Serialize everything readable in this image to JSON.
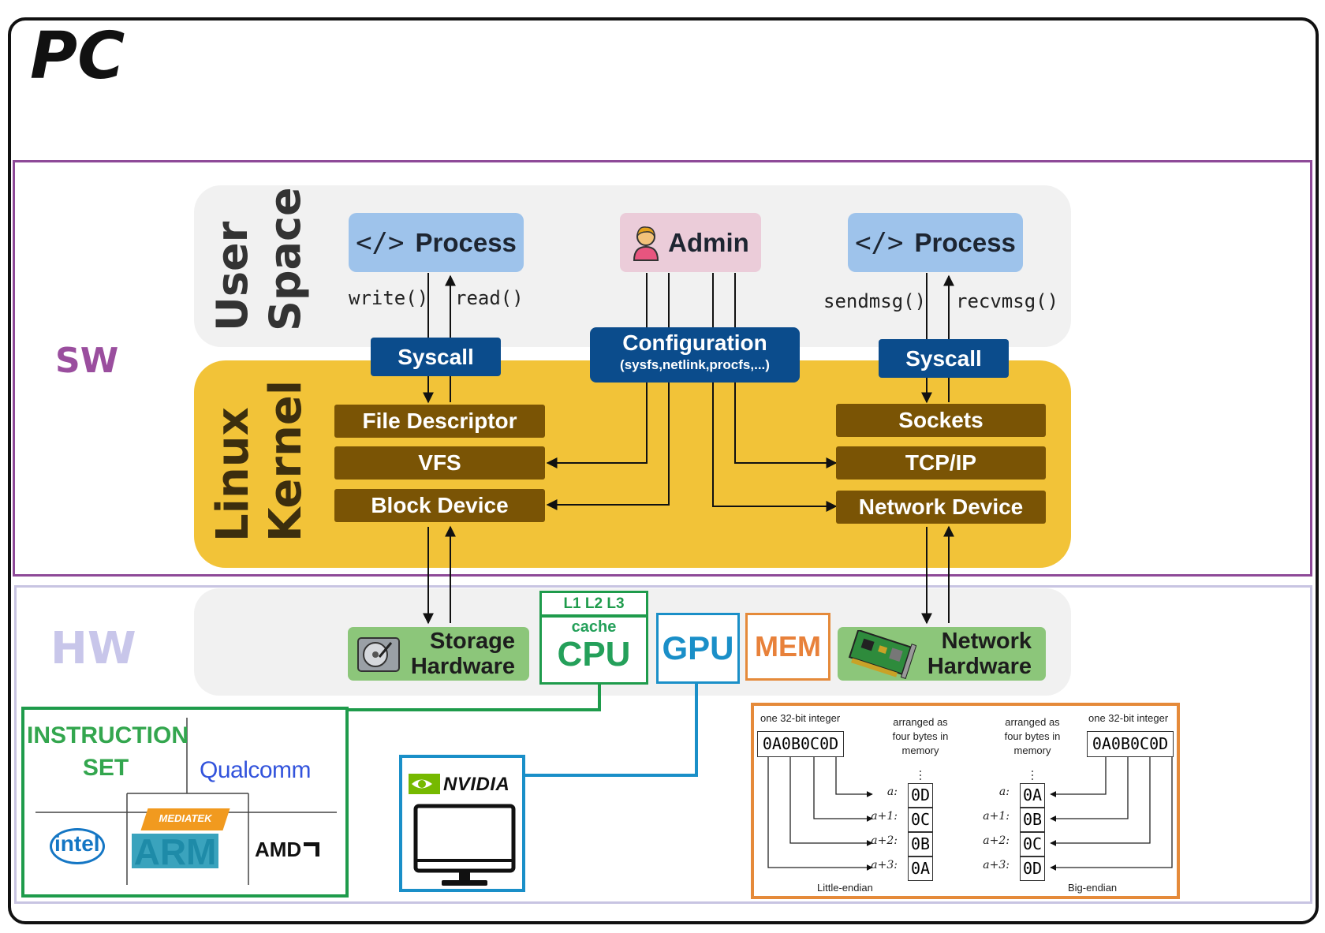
{
  "title": "PC",
  "sections": {
    "sw": "SW",
    "hw": "HW"
  },
  "user_space": {
    "label_line1": "User",
    "label_line2": "Space",
    "process_left": "Process",
    "process_right": "Process",
    "code_icon_text": "</>",
    "admin": "Admin",
    "calls": {
      "write": "write()",
      "read": "read()",
      "sendmsg": "sendmsg()",
      "recvmsg": "recvmsg()"
    }
  },
  "kernel": {
    "label_line1": "Linux",
    "label_line2": "Kernel",
    "syscall_left": "Syscall",
    "syscall_right": "Syscall",
    "configuration": "Configuration",
    "configuration_sub": "(sysfs,netlink,procfs,...)",
    "left_stack": [
      "File Descriptor",
      "VFS",
      "Block Device"
    ],
    "right_stack": [
      "Sockets",
      "TCP/IP",
      "Network Device"
    ]
  },
  "hardware": {
    "storage_line1": "Storage",
    "storage_line2": "Hardware",
    "cache_levels": "L1 L2 L3",
    "cache": "cache",
    "cpu": "CPU",
    "gpu": "GPU",
    "mem": "MEM",
    "network_line1": "Network",
    "network_line2": "Hardware"
  },
  "instruction_set": {
    "title_line1": "INSTRUCTION",
    "title_line2": "SET",
    "vendors": {
      "qualcomm": "Qualcomm",
      "mediatek": "MEDIATEK",
      "arm": "ARM",
      "intel": "intel",
      "amd": "AMD"
    }
  },
  "gpu_vendor": {
    "nvidia": "NVIDIA"
  },
  "endianness": {
    "int_label": "one 32-bit integer",
    "int_value": "0A0B0C0D",
    "arranged_as": "arranged as",
    "four_bytes": "four bytes in",
    "memory": "memory",
    "addresses": [
      "a:",
      "a+1:",
      "a+2:",
      "a+3:"
    ],
    "little_bytes": [
      "0D",
      "0C",
      "0B",
      "0A"
    ],
    "big_bytes": [
      "0A",
      "0B",
      "0C",
      "0D"
    ],
    "little": "Little-endian",
    "big": "Big-endian"
  },
  "colors": {
    "sw_border": "#8e4a98",
    "hw_border": "#c8c4e2",
    "kernel_bg": "#f2c338",
    "syscall_bg": "#0b4c8c",
    "kernel_box": "#7a5405",
    "cpu_green": "#1e9b4b",
    "gpu_blue": "#1a8fc8",
    "mem_orange": "#e58a3a"
  }
}
